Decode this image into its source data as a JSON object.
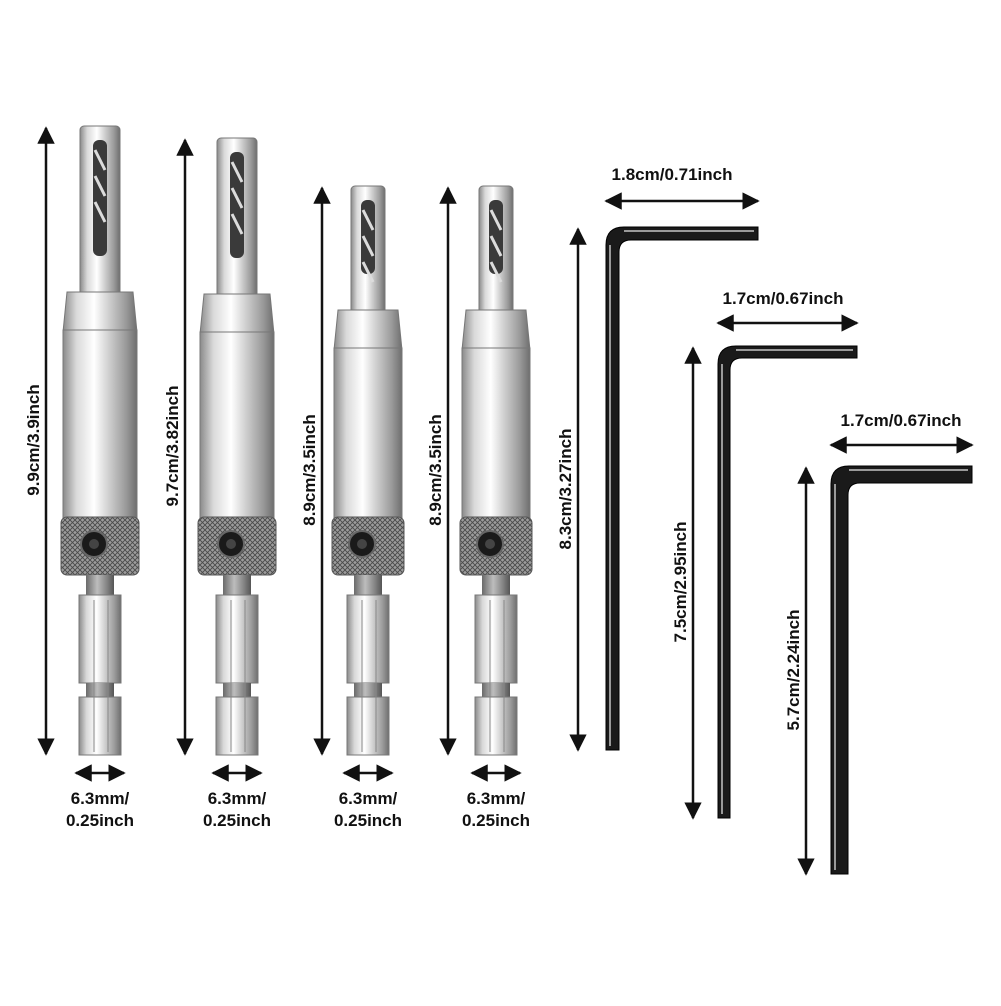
{
  "colors": {
    "background": "#ffffff",
    "arrow": "#111111",
    "steel_light": "#f2f2f2",
    "steel_dark": "#8a8a8a",
    "hex_key": "#1a1a1a"
  },
  "drill_bits": [
    {
      "length_label": "9.9cm/3.9inch",
      "shank_label_line1": "6.3mm/",
      "shank_label_line2": "0.25inch"
    },
    {
      "length_label": "9.7cm/3.82inch",
      "shank_label_line1": "6.3mm/",
      "shank_label_line2": "0.25inch"
    },
    {
      "length_label": "8.9cm/3.5inch",
      "shank_label_line1": "6.3mm/",
      "shank_label_line2": "0.25inch"
    },
    {
      "length_label": "8.9cm/3.5inch",
      "shank_label_line1": "6.3mm/",
      "shank_label_line2": "0.25inch"
    }
  ],
  "hex_keys": [
    {
      "length_label": "8.3cm/3.27inch",
      "width_label": "1.8cm/0.71inch"
    },
    {
      "length_label": "7.5cm/2.95inch",
      "width_label": "1.7cm/0.67inch"
    },
    {
      "length_label": "5.7cm/2.24inch",
      "width_label": "1.7cm/0.67inch"
    }
  ]
}
